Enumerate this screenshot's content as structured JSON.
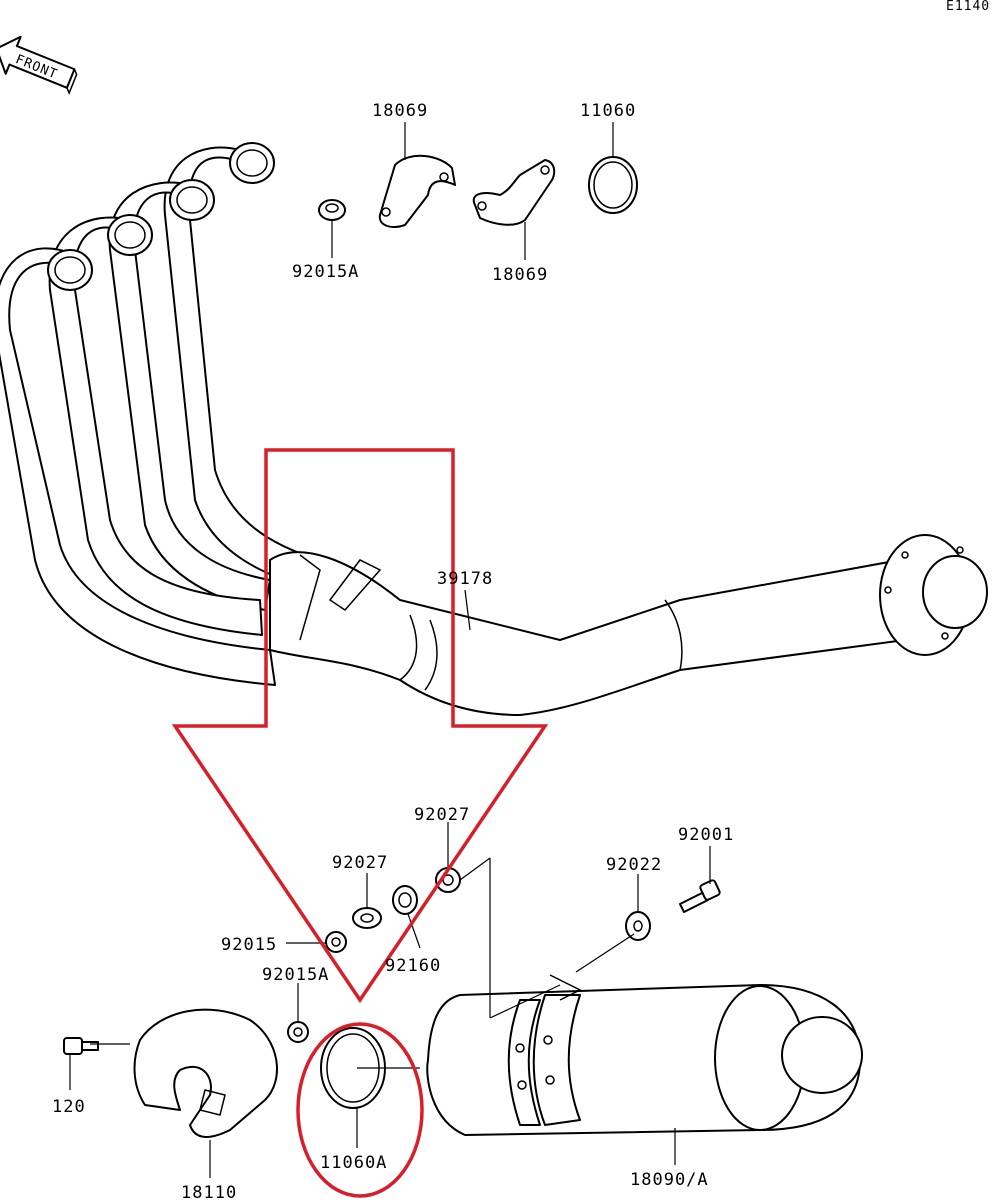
{
  "diagram_code": "E1140",
  "front_arrow": {
    "text": "FRONT",
    "icon": "front-direction-arrow-icon"
  },
  "parts": [
    {
      "id": "p18069a",
      "number": "18069",
      "name": "flange-half-left"
    },
    {
      "id": "p11060",
      "number": "11060",
      "name": "gasket-ring-top"
    },
    {
      "id": "p92015A_top",
      "number": "92015A",
      "name": "nut-top"
    },
    {
      "id": "p18069b",
      "number": "18069",
      "name": "flange-half-right"
    },
    {
      "id": "p39178",
      "number": "39178",
      "name": "exhaust-header-pipe"
    },
    {
      "id": "p92027a",
      "number": "92027",
      "name": "collar-right"
    },
    {
      "id": "p92027b",
      "number": "92027",
      "name": "collar-left"
    },
    {
      "id": "p92001",
      "number": "92001",
      "name": "bolt"
    },
    {
      "id": "p92022",
      "number": "92022",
      "name": "washer"
    },
    {
      "id": "p92015",
      "number": "92015",
      "name": "nut"
    },
    {
      "id": "p92160",
      "number": "92160",
      "name": "damper"
    },
    {
      "id": "p92015A_bottom",
      "number": "92015A",
      "name": "nut-bottom"
    },
    {
      "id": "p120",
      "number": "120",
      "name": "screw"
    },
    {
      "id": "p11060A",
      "number": "11060A",
      "name": "gasket-ring-highlighted"
    },
    {
      "id": "p18110",
      "number": "18110",
      "name": "heat-cover"
    },
    {
      "id": "p18090A",
      "number": "18090/A",
      "name": "muffler"
    }
  ],
  "highlight_color": "#d81e28"
}
